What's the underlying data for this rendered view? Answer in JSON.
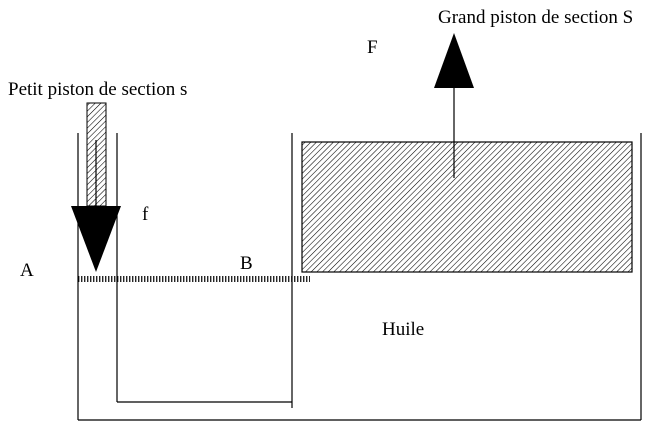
{
  "labels": {
    "grand_piston": "Grand piston de section S",
    "petit_piston": "Petit piston de section s",
    "force_big": "F",
    "force_small": "f",
    "point_a": "A",
    "point_b": "B",
    "fluid": "Huile"
  },
  "colors": {
    "stroke": "#000000",
    "background": "#ffffff"
  }
}
